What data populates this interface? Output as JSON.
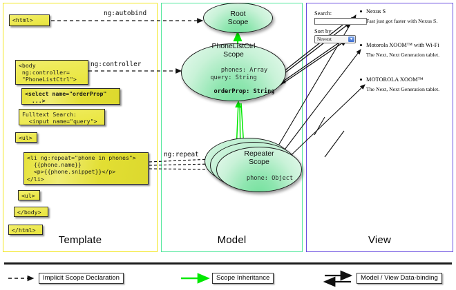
{
  "panels": [
    {
      "key": "template",
      "label": "Template",
      "border_color": "#f2e61b"
    },
    {
      "key": "model",
      "label": "Model",
      "border_color": "#4ee79a"
    },
    {
      "key": "view",
      "label": "View",
      "border_color": "#6a4ee0"
    }
  ],
  "template": {
    "boxes": [
      {
        "id": "html-open",
        "text": "<html>"
      },
      {
        "id": "body-open",
        "text": "<body\n ng:controller=\n \"PhoneListCtrl\">"
      },
      {
        "id": "select-orderprop",
        "text": "<select name=\"orderProp\"\n  ...>"
      },
      {
        "id": "fulltext-search",
        "text": "Fulltext Search:\n  <input name=\"query\">"
      },
      {
        "id": "ul-open",
        "text": "<ul>"
      },
      {
        "id": "li-repeat",
        "text": "<li ng:repeat=\"phone in phones\">\n  {{phone.name}}\n  <p>{{phone.snippet}}</p>\n</li>"
      },
      {
        "id": "ul-close",
        "text": "<ul>"
      },
      {
        "id": "body-close",
        "text": "</body>"
      },
      {
        "id": "html-close",
        "text": "</html>"
      }
    ]
  },
  "model": {
    "scopes": [
      {
        "id": "root-scope",
        "title_line1": "Root",
        "title_line2": "Scope",
        "props": ""
      },
      {
        "id": "phonelistctrl-scope",
        "title_line1": "PhoneListCtrl",
        "title_line2": "Scope",
        "props_plain": "phones: Array\nquery: String",
        "props_bold": "orderProp: String"
      },
      {
        "id": "repeater-scope",
        "title_line1": "Repeater",
        "title_line2": "Scope",
        "props": "phone: Object"
      }
    ]
  },
  "view": {
    "search_label": "Search:",
    "search_value": "",
    "search_placeholder": "",
    "sort_label": "Sort by:",
    "sort_selected": "Newest",
    "sort_options": [
      "Newest"
    ],
    "phones": [
      {
        "name": "Nexus S",
        "snippet": "Fast just got faster with Nexus S."
      },
      {
        "name": "Motorola XOOM™  with Wi-Fi",
        "snippet": "The Next, Next Generation tablet."
      },
      {
        "name": "MOTOROLA XOOM™",
        "snippet": "The Next, Next Generation tablet."
      }
    ]
  },
  "edges": {
    "autobind": "ng:autobind",
    "controller": "ng:controller",
    "repeat": "ng:repeat"
  },
  "legend": {
    "items": [
      {
        "id": "implicit-scope-declaration",
        "label": "Implicit Scope Declaration",
        "style": "dashed-arrow",
        "color": "#111111"
      },
      {
        "id": "scope-inheritance",
        "label": "Scope Inheritance",
        "style": "solid-arrow",
        "color": "#00e800"
      },
      {
        "id": "model-view-data-binding",
        "label": "Model / View Data-binding",
        "style": "double-arrow",
        "color": "#111111"
      }
    ]
  },
  "colors": {
    "template_border": "#f2e61b",
    "model_border": "#4ee79a",
    "view_border": "#6a4ee0",
    "code_box_fill": "#e9e53c",
    "scope_fill": "#8fe6b0",
    "inheritance_arrow": "#00e800"
  }
}
